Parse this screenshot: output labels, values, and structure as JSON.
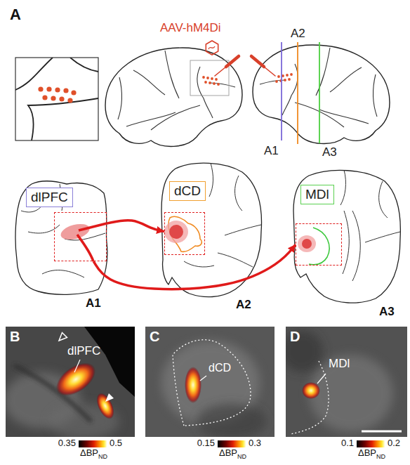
{
  "diagram": {
    "nodes": [
      {
        "text": [
          "dlPFC"
        ]
      },
      {
        "text": [
          "dCD"
        ]
      },
      {
        "text": [
          "MDl"
        ]
      }
    ],
    "edges": [
      {
        "from": 0,
        "to": 1,
        "arrow": "to"
      },
      {
        "from": 0,
        "to": 2,
        "arrow": "to"
      }
    ],
    "labels": [
      "A",
      "AAV-hM4Di",
      "A2",
      "A1",
      "A3",
      "A1",
      "A2",
      "A3",
      "B",
      "dlPFC",
      "C",
      "dCD",
      "D",
      "MDl",
      "0.35",
      "0.5",
      "ΔBP",
      "ND",
      "0.15",
      "0.3",
      "ΔBP",
      "ND",
      "0.1",
      "0.2",
      "ΔBP",
      "ND"
    ]
  }
}
